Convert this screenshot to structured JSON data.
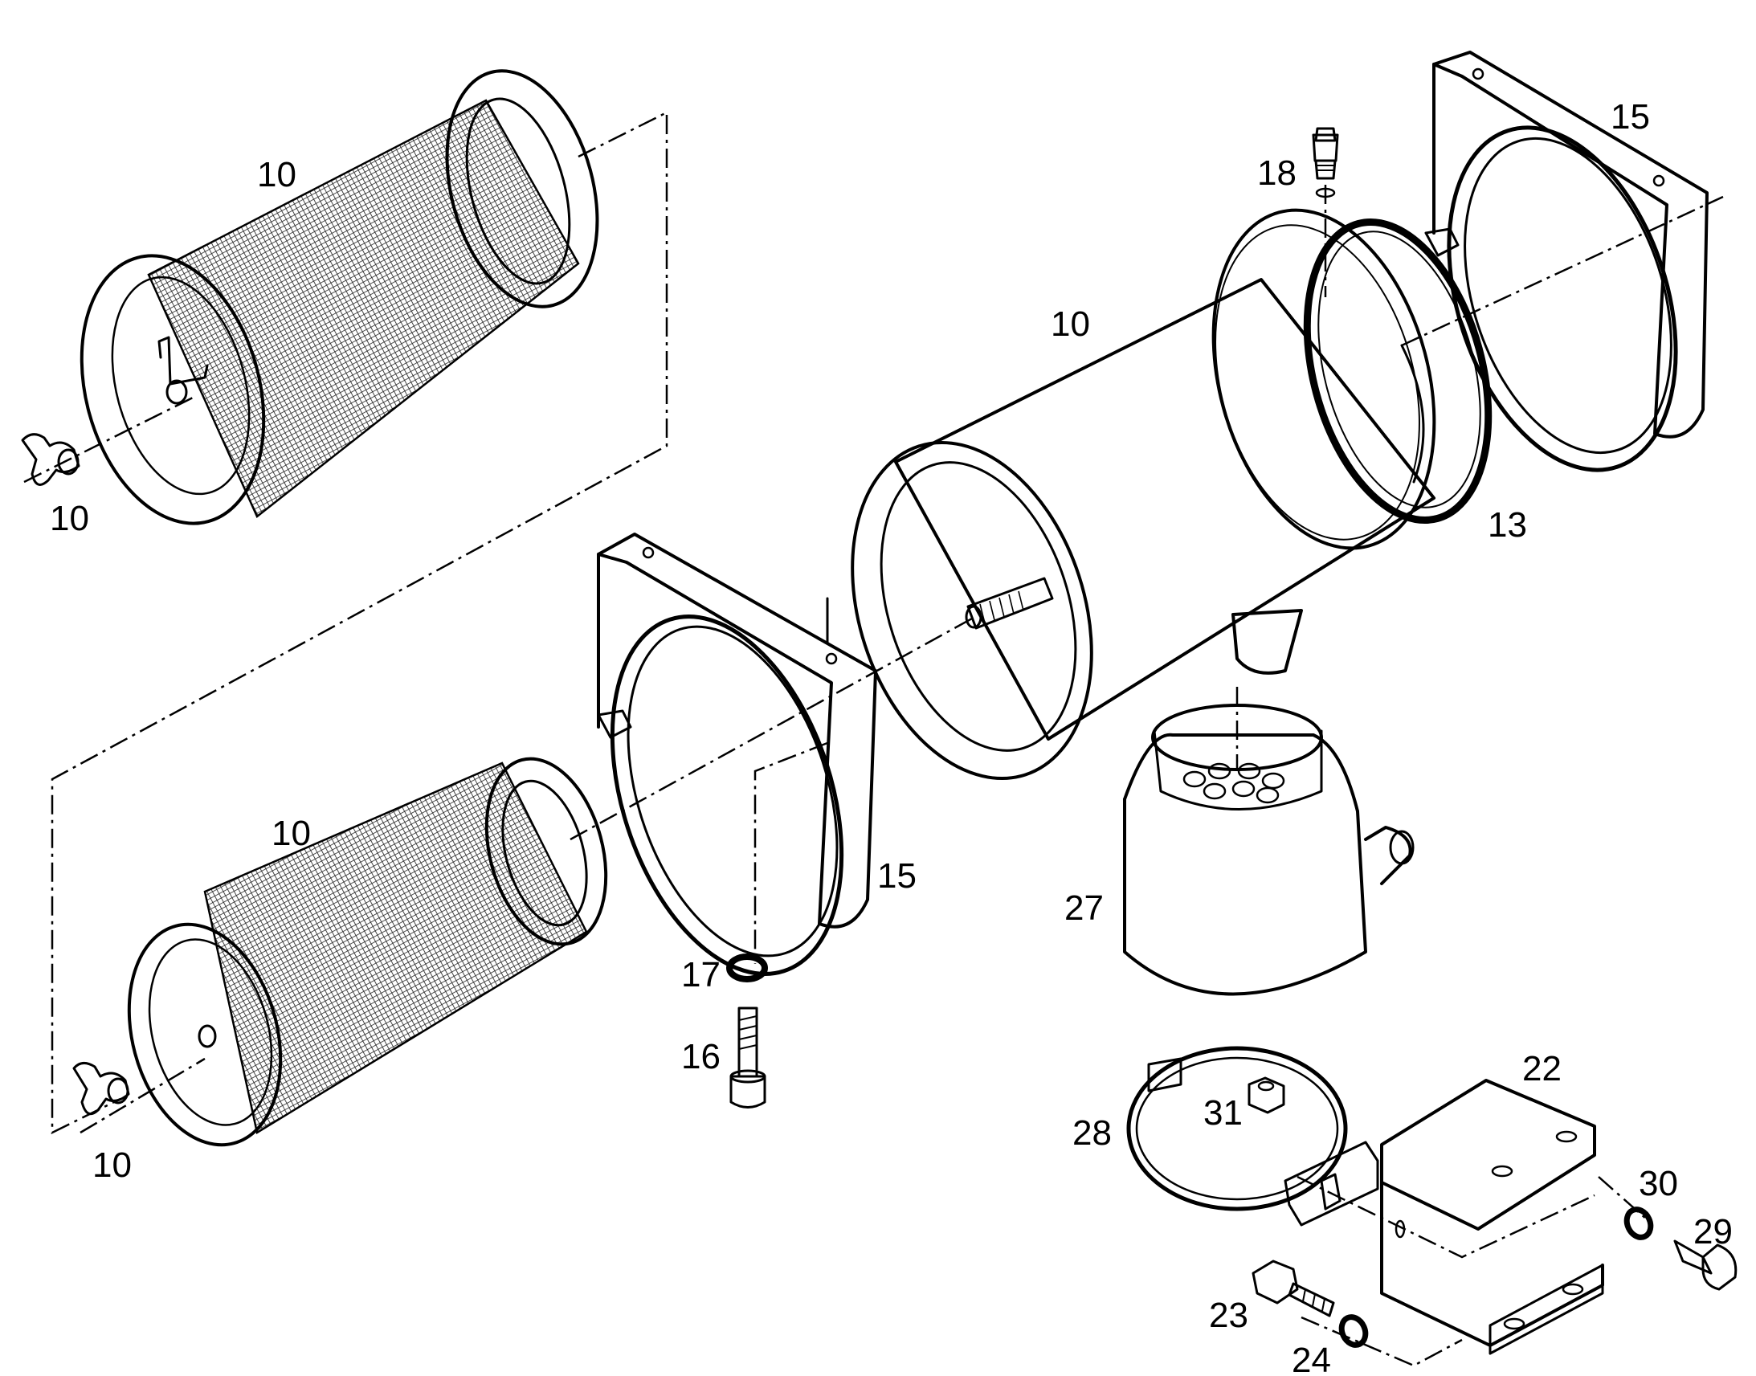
{
  "diagram": {
    "labels": {
      "filter_top_label": "10",
      "wingnut_top_label": "10",
      "filter_bottom_label": "10",
      "wingnut_bottom_label": "10",
      "housing_label": "10",
      "bracket_left_label": "15",
      "bracket_right_label": "15",
      "sealing_ring_label": "13",
      "valve_label": "18",
      "washer_17_label": "17",
      "bolt_16_label": "16",
      "dust_cup_label": "27",
      "clamp_label": "28",
      "nut_label": "31",
      "plate_label": "22",
      "washer_30_label": "30",
      "bolt_29_label": "29",
      "bolt_23_label": "23",
      "washer_24_label": "24"
    }
  }
}
